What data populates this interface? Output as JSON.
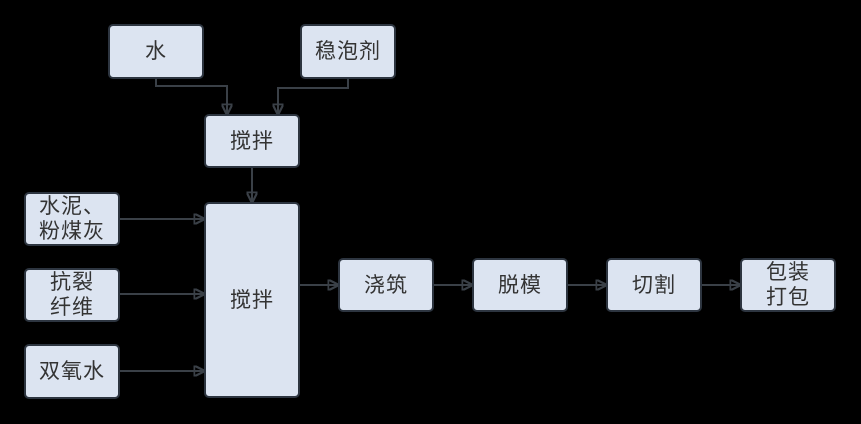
{
  "diagram": {
    "type": "flowchart",
    "description": "process-flow-diagram",
    "colors": {
      "background": "#000000",
      "node_fill": "#dce4f1",
      "node_border": "#2d3540",
      "arrow": "#3a4047",
      "text": "#333333"
    }
  },
  "nodes": [
    {
      "id": "water",
      "lines": [
        "水"
      ]
    },
    {
      "id": "foam-stabilizer",
      "lines": [
        "稳泡剂"
      ]
    },
    {
      "id": "mixing-1",
      "lines": [
        "搅拌"
      ]
    },
    {
      "id": "cement-flyash",
      "lines": [
        "水泥、",
        "粉煤灰"
      ]
    },
    {
      "id": "anticrack-fiber",
      "lines": [
        "抗裂",
        "纤维"
      ]
    },
    {
      "id": "hydrogen-peroxide",
      "lines": [
        "双氧水"
      ]
    },
    {
      "id": "mixing-2",
      "lines": [
        "搅拌"
      ]
    },
    {
      "id": "pouring",
      "lines": [
        "浇筑"
      ]
    },
    {
      "id": "demolding",
      "lines": [
        "脱模"
      ]
    },
    {
      "id": "cutting",
      "lines": [
        "切割"
      ]
    },
    {
      "id": "packing",
      "lines": [
        "包装",
        "打包"
      ]
    }
  ],
  "edges": [
    {
      "from": "water",
      "to": "mixing-1"
    },
    {
      "from": "foam-stabilizer",
      "to": "mixing-1"
    },
    {
      "from": "mixing-1",
      "to": "mixing-2"
    },
    {
      "from": "cement-flyash",
      "to": "mixing-2"
    },
    {
      "from": "anticrack-fiber",
      "to": "mixing-2"
    },
    {
      "from": "hydrogen-peroxide",
      "to": "mixing-2"
    },
    {
      "from": "mixing-2",
      "to": "pouring"
    },
    {
      "from": "pouring",
      "to": "demolding"
    },
    {
      "from": "demolding",
      "to": "cutting"
    },
    {
      "from": "cutting",
      "to": "packing"
    }
  ]
}
